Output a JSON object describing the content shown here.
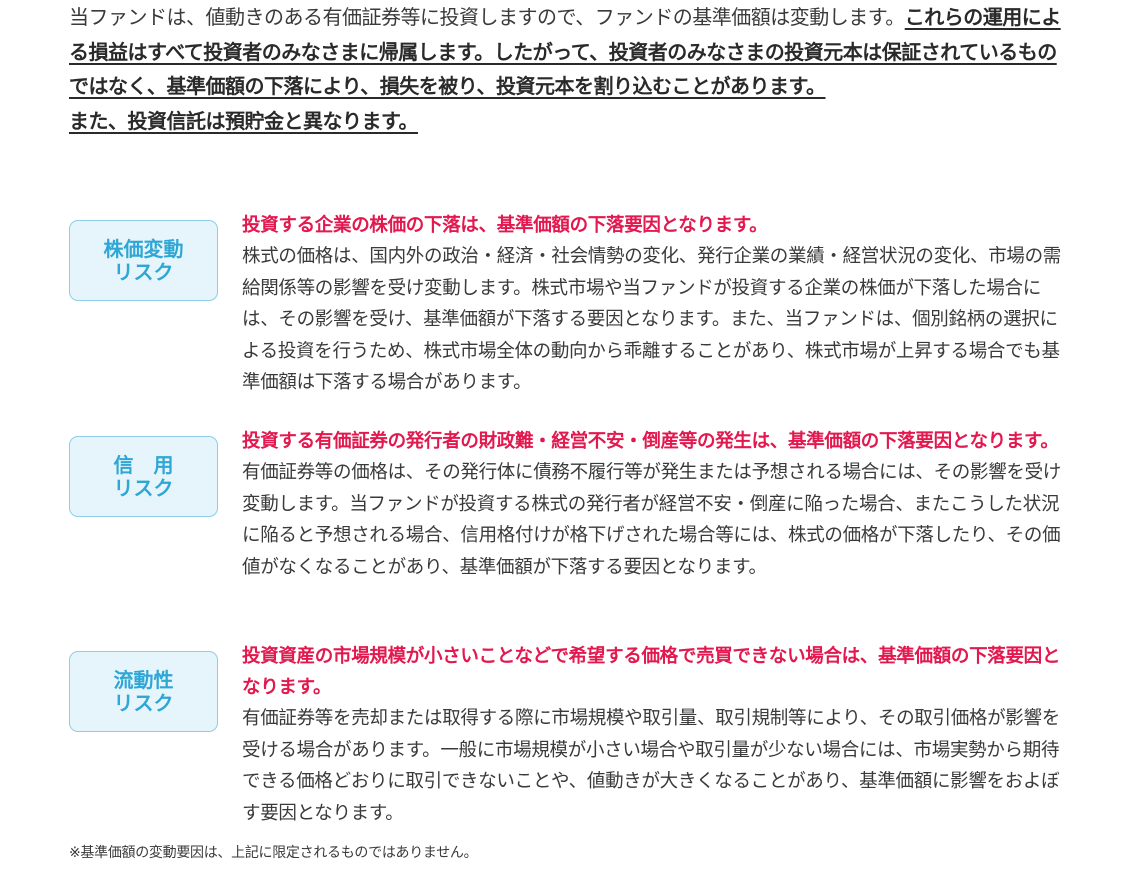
{
  "intro": {
    "plain": "当ファンドは、値動きのある有価証券等に投資しますので、ファンドの基準価額は変動します。",
    "emphasis": "これらの運用による損益はすべて投資者のみなさまに帰属します。したがって、投資者のみなさまの投資元本は保証されているものではなく、基準価額の下落により、損失を被り、投資元本を割り込むことがあります。",
    "emphasis2": "また、投資信託は預貯金と異なります。"
  },
  "risks": [
    {
      "label_line1": "株価変動",
      "label_line2": "リスク",
      "headline": "投資する企業の株価の下落は、基準価額の下落要因となります。",
      "body": "株式の価格は、国内外の政治・経済・社会情勢の変化、発行企業の業績・経営状況の変化、市場の需給関係等の影響を受け変動します。株式市場や当ファンドが投資する企業の株価が下落した場合には、その影響を受け、基準価額が下落する要因となります。また、当ファンドは、個別銘柄の選択による投資を行うため、株式市場全体の動向から乖離することがあり、株式市場が上昇する場合でも基準価額は下落する場合があります。"
    },
    {
      "label_line1": "信　用",
      "label_line2": "リスク",
      "headline": "投資する有価証券の発行者の財政難・経営不安・倒産等の発生は、基準価額の下落要因となります。",
      "body": "有価証券等の価格は、その発行体に債務不履行等が発生または予想される場合には、その影響を受け変動します。当ファンドが投資する株式の発行者が経営不安・倒産に陥った場合、またこうした状況に陥ると予想される場合、信用格付けが格下げされた場合等には、株式の価格が下落したり、その価値がなくなることがあり、基準価額が下落する要因となります。"
    },
    {
      "label_line1": "流動性",
      "label_line2": "リスク",
      "headline": "投資資産の市場規模が小さいことなどで希望する価格で売買できない場合は、基準価額の下落要因となります。",
      "body": "有価証券等を売却または取得する際に市場規模や取引量、取引規制等により、その取引価格が影響を受ける場合があります。一般に市場規模が小さい場合や取引量が少ない場合には、市場実勢から期待できる価格どおりに取引できないことや、値動きが大きくなることがあり、基準価額に影響をおよぼす要因となります。"
    }
  ],
  "footnote": "※基準価額の変動要因は、上記に限定されるものではありません。",
  "colors": {
    "headline_red": "#e2184e",
    "label_blue": "#2ea7d6",
    "label_bg": "#e6f4fb",
    "label_border": "#8fcde6",
    "body_text": "#3a3a3a"
  }
}
